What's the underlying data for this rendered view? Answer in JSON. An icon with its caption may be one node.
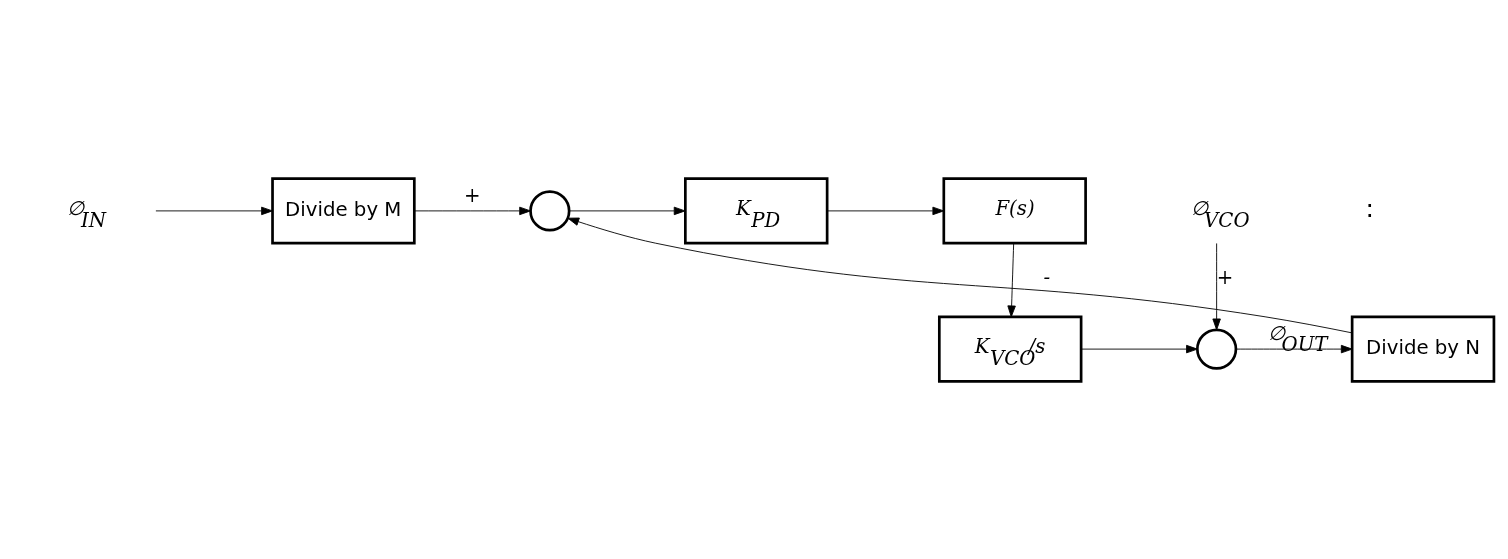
{
  "diagram": {
    "nodes": [
      {
        "text": [
          "∅$_{IN}$"
        ]
      },
      {
        "text": [
          "Divide by M"
        ]
      },
      {
        "text": [],
        "shape": "circle"
      },
      {
        "text": [
          "K$_{PD}$"
        ]
      },
      {
        "text": [
          "F(s)"
        ]
      },
      {
        "text": [
          "K$_{VCO}$/s"
        ]
      },
      {
        "text": [],
        "shape": "circle"
      },
      {
        "text": [
          "Divide by N"
        ]
      },
      {
        "text": [
          "∅$_{VCO}$"
        ]
      }
    ],
    "edges": [
      {
        "from": 0,
        "to": 1,
        "arrow": "to"
      },
      {
        "from": 1,
        "to": 2,
        "arrow": "to",
        "label": "+"
      },
      {
        "from": 2,
        "to": 3,
        "arrow": "to"
      },
      {
        "from": 3,
        "to": 4,
        "arrow": "to"
      },
      {
        "from": 4,
        "to": 5,
        "arrow": "to"
      },
      {
        "from": 5,
        "to": 6,
        "arrow": "to"
      },
      {
        "from": 6,
        "to": 7,
        "arrow": "to",
        "label": "∅$_{OUT}$"
      },
      {
        "from": 7,
        "to": 2,
        "arrow": "to",
        "label": "-"
      },
      {
        "from": 8,
        "to": 6,
        "arrow": "to",
        "label": "+"
      }
    ],
    "labels": [
      ":"
    ]
  }
}
